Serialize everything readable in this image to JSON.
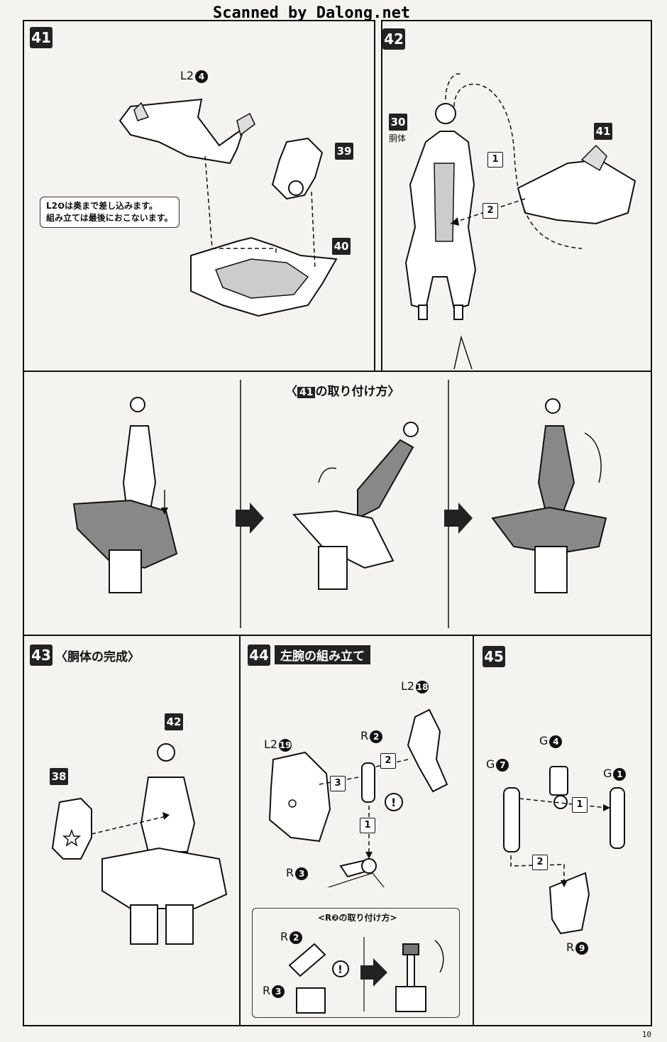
{
  "watermark": "Scanned by Dalong.net",
  "page_number": "10",
  "step41": {
    "number": "41",
    "label_l2": "L2",
    "label_l2_num": "4",
    "part_39": "39",
    "part_40": "40",
    "note_line1": "L2❹は奥まで差し込みます。",
    "note_line2": "組み立ては最後におこないます。"
  },
  "step42": {
    "number": "42",
    "part_30": "30",
    "part_30_caption": "胴体",
    "part_41": "41",
    "order_1": "1",
    "order_2": "2"
  },
  "attach41": {
    "title_prefix": "〈",
    "title_num": "41",
    "title_text": "の取り付け方〉"
  },
  "step43": {
    "number": "43",
    "title": "〈胴体の完成〉",
    "part_42": "42",
    "part_38": "38"
  },
  "step44": {
    "number": "44",
    "title": "左腕の組み立て",
    "l2_18": "L2",
    "l2_18_num": "18",
    "l2_19": "L2",
    "l2_19_num": "19",
    "r2": "R",
    "r2_num": "2",
    "r3": "R",
    "r3_num": "3",
    "order_1": "1",
    "order_2": "2",
    "order_3": "3",
    "sub_title": "<R❷の取り付け方>",
    "sub_r2": "R",
    "sub_r2_num": "2",
    "sub_r3": "R",
    "sub_r3_num": "3"
  },
  "step45": {
    "number": "45",
    "g4": "G",
    "g4_num": "4",
    "g7": "G",
    "g7_num": "7",
    "g1": "G",
    "g1_num": "1",
    "r9": "R",
    "r9_num": "9",
    "order_1": "1",
    "order_2": "2"
  }
}
